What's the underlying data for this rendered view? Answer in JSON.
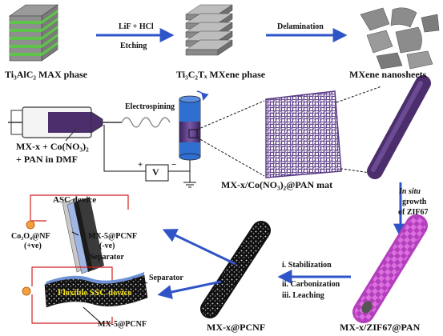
{
  "stage1": {
    "max_label": "Ti₃AlC₂ MAX phase",
    "mxene_label": "Ti₃C₂Tₓ MXene phase",
    "nanosheet_label": "MXene nanosheets",
    "arrow1_top": "LiF + HCl",
    "arrow1_bottom": "Etching",
    "arrow2_top": "Delamination"
  },
  "stage2": {
    "electrospinning": "Electrospining",
    "solution_line1": "MX-x + Co(NO₃)₂",
    "solution_line2": "+ PAN in DMF",
    "voltage": "V",
    "plus": "+",
    "minus": "−",
    "mat_label": "MX-x/Co(NO₃)₂@PAN mat"
  },
  "stage3": {
    "insitu_line1": "In situ",
    "insitu_line2": "growth",
    "insitu_line3": "of ZIF67",
    "zif_label": "MX-x/ZIF67@PAN",
    "step1": "i.   Stabilization",
    "step2": "ii.  Carbonization",
    "step3": "iii.  Leaching",
    "pcnf_label": "MX-x@PCNF"
  },
  "devices": {
    "asc_title": "ASC device",
    "asc_left_line1": "Co₃O₄@NF",
    "asc_left_line2": "(+ve)",
    "asc_right_line1": "MX-5@PCNF",
    "asc_right_line2": "(-ve)",
    "separator1": "Separator",
    "separator2": "Separator",
    "ssc_title": "Flexible SSC device",
    "ssc_bottom": "MX-5@PCNF"
  },
  "colors": {
    "arrow": "#2f54c8",
    "wire": "#d42020",
    "max_green": "#5fc34c",
    "gray_layer": "#8a8a8a",
    "fiber": "#5a3a86",
    "zif": "#c347c9",
    "yellow_text": "#f2e21c"
  }
}
